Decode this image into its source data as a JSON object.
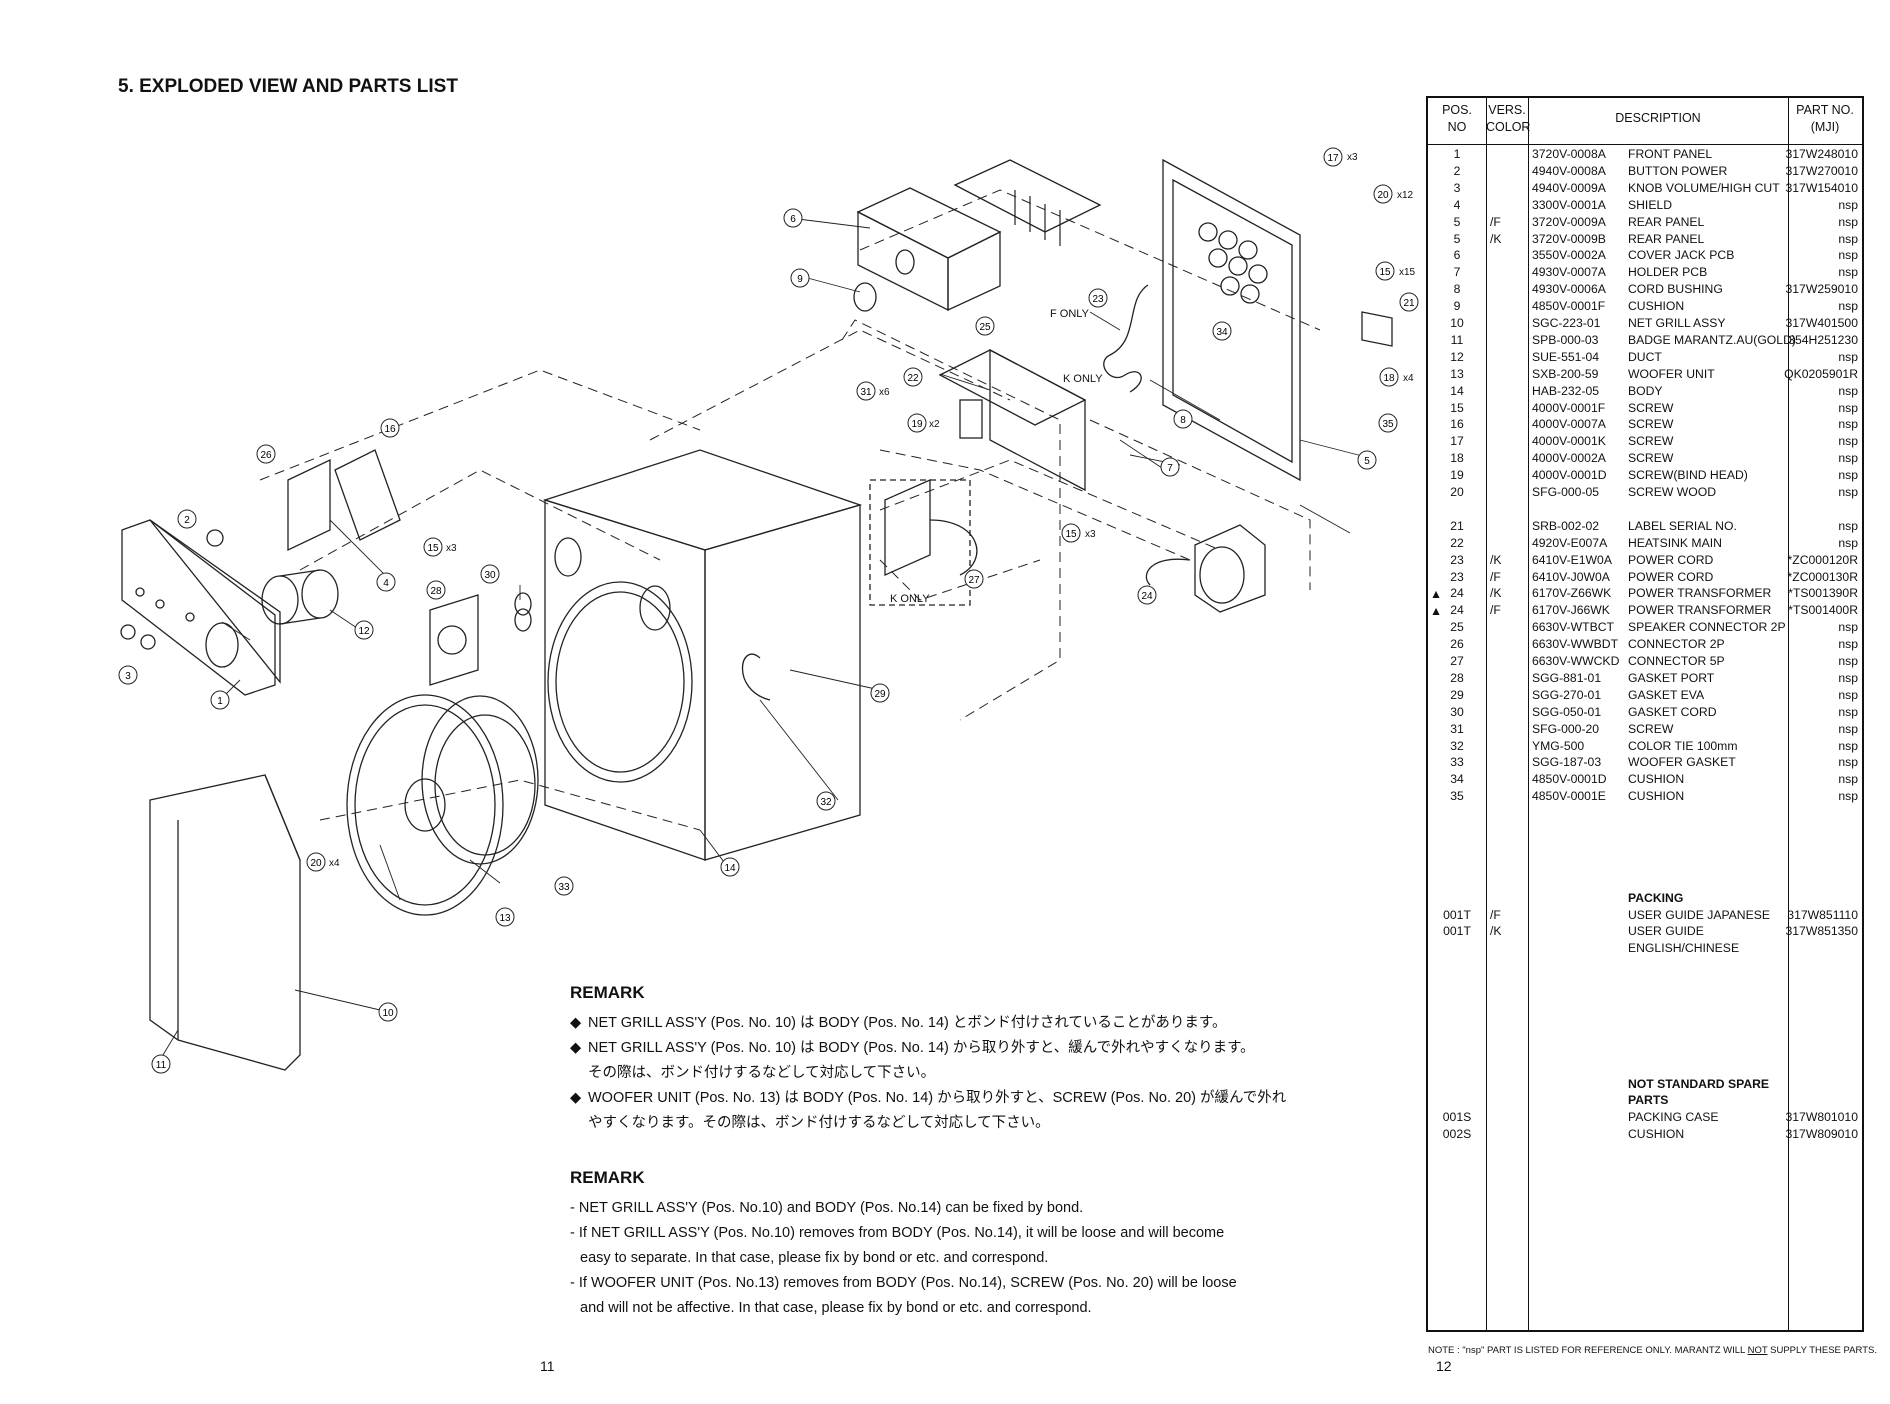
{
  "page": {
    "title": "5. EXPLODED VIEW AND PARTS LIST",
    "page_left": "11",
    "page_right": "12"
  },
  "diagram": {
    "callouts": [
      "1",
      "2",
      "3",
      "4",
      "5",
      "6",
      "7",
      "8",
      "9",
      "10",
      "11",
      "12",
      "13",
      "14",
      "15",
      "16",
      "17",
      "18",
      "19",
      "20",
      "21",
      "22",
      "23",
      "24",
      "25",
      "26",
      "27",
      "28",
      "29",
      "30",
      "31",
      "32",
      "33",
      "34",
      "35"
    ],
    "multipliers": {
      "x3": "x3",
      "x12": "x12",
      "x15": "x15",
      "x4": "x4",
      "x6": "x6",
      "x2": "x2"
    },
    "labels": {
      "f_only": "F ONLY",
      "k_only": "K ONLY",
      "k_only_2": "K ONLY"
    }
  },
  "remark_ja": {
    "heading": "REMARK",
    "bullet": "◆",
    "lines": [
      "NET GRILL ASS'Y (Pos. No. 10) は BODY (Pos. No. 14) とボンド付けされていることがあります。",
      "NET GRILL ASS'Y (Pos. No. 10) は BODY (Pos. No. 14) から取り外すと、緩んで外れやすくなります。",
      "その際は、ボンド付けするなどして対応して下さい。",
      "WOOFER UNIT (Pos. No. 13) は BODY (Pos. No. 14) から取り外すと、SCREW (Pos. No. 20) が緩んで外れ",
      "やすくなります。その際は、ボンド付けするなどして対応して下さい。"
    ]
  },
  "remark_en": {
    "heading": "REMARK",
    "lines": [
      "- NET GRILL ASS'Y (Pos. No.10) and BODY (Pos. No.14) can be fixed by bond.",
      "- If NET GRILL ASS'Y (Pos. No.10) removes from BODY (Pos. No.14), it will be loose and will become",
      "easy to separate. In that case, please fix by bond or etc. and correspond.",
      "- If WOOFER UNIT (Pos. No.13) removes from BODY (Pos. No.14), SCREW (Pos. No. 20) will be loose",
      "and will not be affective. In that case, please fix by bond or etc. and correspond."
    ]
  },
  "parts_table": {
    "headers": {
      "pos_1": "POS.",
      "pos_2": "NO",
      "vers_1": "VERS.",
      "vers_2": "COLOR",
      "description": "DESCRIPTION",
      "part_1": "PART NO.",
      "part_2": "(MJI)"
    },
    "warning_symbol": "▲",
    "rows": [
      {
        "pos": "1",
        "ver": "",
        "code": "3720V-0008A",
        "desc": "FRONT PANEL",
        "part": "317W248010"
      },
      {
        "pos": "2",
        "ver": "",
        "code": "4940V-0008A",
        "desc": "BUTTON POWER",
        "part": "317W270010"
      },
      {
        "pos": "3",
        "ver": "",
        "code": "4940V-0009A",
        "desc": "KNOB VOLUME/HIGH CUT",
        "part": "317W154010"
      },
      {
        "pos": "4",
        "ver": "",
        "code": "3300V-0001A",
        "desc": "SHIELD",
        "part": "nsp"
      },
      {
        "pos": "5",
        "ver": "/F",
        "code": "3720V-0009A",
        "desc": "REAR PANEL",
        "part": "nsp"
      },
      {
        "pos": "5",
        "ver": "/K",
        "code": "3720V-0009B",
        "desc": "REAR PANEL",
        "part": "nsp"
      },
      {
        "pos": "6",
        "ver": "",
        "code": "3550V-0002A",
        "desc": "COVER JACK PCB",
        "part": "nsp"
      },
      {
        "pos": "7",
        "ver": "",
        "code": "4930V-0007A",
        "desc": "HOLDER PCB",
        "part": "nsp"
      },
      {
        "pos": "8",
        "ver": "",
        "code": "4930V-0006A",
        "desc": "CORD BUSHING",
        "part": "317W259010"
      },
      {
        "pos": "9",
        "ver": "",
        "code": "4850V-0001F",
        "desc": "CUSHION",
        "part": "nsp"
      },
      {
        "pos": "10",
        "ver": "",
        "code": "SGC-223-01",
        "desc": "NET GRILL ASSY",
        "part": "317W401500"
      },
      {
        "pos": "11",
        "ver": "",
        "code": "SPB-000-03",
        "desc": "BADGE MARANTZ.AU(GOLD)",
        "part": "354H251230"
      },
      {
        "pos": "12",
        "ver": "",
        "code": "SUE-551-04",
        "desc": "DUCT",
        "part": "nsp"
      },
      {
        "pos": "13",
        "ver": "",
        "code": "SXB-200-59",
        "desc": "WOOFER UNIT",
        "part": "QK0205901R"
      },
      {
        "pos": "14",
        "ver": "",
        "code": "HAB-232-05",
        "desc": "BODY",
        "part": "nsp"
      },
      {
        "pos": "15",
        "ver": "",
        "code": "4000V-0001F",
        "desc": "SCREW",
        "part": "nsp"
      },
      {
        "pos": "16",
        "ver": "",
        "code": "4000V-0007A",
        "desc": "SCREW",
        "part": "nsp"
      },
      {
        "pos": "17",
        "ver": "",
        "code": "4000V-0001K",
        "desc": "SCREW",
        "part": "nsp"
      },
      {
        "pos": "18",
        "ver": "",
        "code": "4000V-0002A",
        "desc": "SCREW",
        "part": "nsp"
      },
      {
        "pos": "19",
        "ver": "",
        "code": "4000V-0001D",
        "desc": "SCREW(BIND HEAD)",
        "part": "nsp"
      },
      {
        "pos": "20",
        "ver": "",
        "code": "SFG-000-05",
        "desc": "SCREW WOOD",
        "part": "nsp"
      },
      {
        "pos": "",
        "ver": "",
        "code": "",
        "desc": "",
        "part": ""
      },
      {
        "pos": "21",
        "ver": "",
        "code": "SRB-002-02",
        "desc": "LABEL SERIAL NO.",
        "part": "nsp"
      },
      {
        "pos": "22",
        "ver": "",
        "code": "4920V-E007A",
        "desc": "HEATSINK MAIN",
        "part": "nsp"
      },
      {
        "pos": "23",
        "ver": "/K",
        "code": "6410V-E1W0A",
        "desc": "POWER CORD",
        "part": "*ZC000120R"
      },
      {
        "pos": "23",
        "ver": "/F",
        "code": "6410V-J0W0A",
        "desc": "POWER CORD",
        "part": "*ZC000130R"
      },
      {
        "pos": "24",
        "ver": "/K",
        "code": "6170V-Z66WK",
        "desc": "POWER TRANSFORMER",
        "part": "*TS001390R",
        "warn": true
      },
      {
        "pos": "24",
        "ver": "/F",
        "code": "6170V-J66WK",
        "desc": "POWER TRANSFORMER",
        "part": "*TS001400R",
        "warn": true
      },
      {
        "pos": "25",
        "ver": "",
        "code": "6630V-WTBCT",
        "desc": "SPEAKER CONNECTOR 2P",
        "part": "nsp"
      },
      {
        "pos": "26",
        "ver": "",
        "code": "6630V-WWBDT",
        "desc": "CONNECTOR 2P",
        "part": "nsp"
      },
      {
        "pos": "27",
        "ver": "",
        "code": "6630V-WWCKD",
        "desc": "CONNECTOR 5P",
        "part": "nsp"
      },
      {
        "pos": "28",
        "ver": "",
        "code": "SGG-881-01",
        "desc": "GASKET PORT",
        "part": "nsp"
      },
      {
        "pos": "29",
        "ver": "",
        "code": "SGG-270-01",
        "desc": "GASKET EVA",
        "part": "nsp"
      },
      {
        "pos": "30",
        "ver": "",
        "code": "SGG-050-01",
        "desc": "GASKET CORD",
        "part": "nsp"
      },
      {
        "pos": "31",
        "ver": "",
        "code": "SFG-000-20",
        "desc": "SCREW",
        "part": "nsp"
      },
      {
        "pos": "32",
        "ver": "",
        "code": "YMG-500",
        "desc": "COLOR TIE 100mm",
        "part": "nsp"
      },
      {
        "pos": "33",
        "ver": "",
        "code": "SGG-187-03",
        "desc": "WOOFER GASKET",
        "part": "nsp"
      },
      {
        "pos": "34",
        "ver": "",
        "code": "4850V-0001D",
        "desc": "CUSHION",
        "part": "nsp"
      },
      {
        "pos": "35",
        "ver": "",
        "code": "4850V-0001E",
        "desc": "CUSHION",
        "part": "nsp"
      }
    ],
    "packing": {
      "heading": "PACKING",
      "rows": [
        {
          "pos": "001T",
          "ver": "/F",
          "code": "",
          "desc": "USER GUIDE JAPANESE",
          "part": "317W851110"
        },
        {
          "pos": "001T",
          "ver": "/K",
          "code": "",
          "desc": "USER GUIDE",
          "part": "317W851350"
        },
        {
          "pos": "",
          "ver": "",
          "code": "",
          "desc": "ENGLISH/CHINESE",
          "part": ""
        }
      ]
    },
    "spare": {
      "heading_1": "NOT STANDARD SPARE",
      "heading_2": "PARTS",
      "rows": [
        {
          "pos": "001S",
          "ver": "",
          "code": "",
          "desc": "PACKING CASE",
          "part": "317W801010"
        },
        {
          "pos": "002S",
          "ver": "",
          "code": "",
          "desc": "CUSHION",
          "part": "317W809010"
        }
      ]
    }
  },
  "note": {
    "before": "NOTE : \"nsp\" PART IS LISTED FOR REFERENCE ONLY. MARANTZ WILL ",
    "underlined": "NOT",
    "after": " SUPPLY THESE PARTS."
  }
}
